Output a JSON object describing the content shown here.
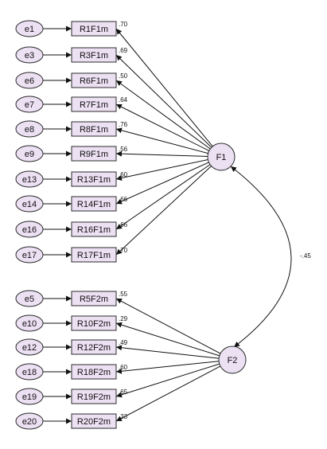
{
  "factors": [
    {
      "id": "F1",
      "label": "F1"
    },
    {
      "id": "F2",
      "label": "F2"
    }
  ],
  "correlation": {
    "label": "-.45"
  },
  "indicators": [
    {
      "error": "e1",
      "item": "R1F1m",
      "loading": ".70",
      "factor": "F1"
    },
    {
      "error": "e3",
      "item": "R3F1m",
      "loading": ".69",
      "factor": "F1"
    },
    {
      "error": "e6",
      "item": "R6F1m",
      "loading": ".50",
      "factor": "F1"
    },
    {
      "error": "e7",
      "item": "R7F1m",
      "loading": ".64",
      "factor": "F1"
    },
    {
      "error": "e8",
      "item": "R8F1m",
      "loading": ".76",
      "factor": "F1"
    },
    {
      "error": "e9",
      "item": "R9F1m",
      "loading": ".56",
      "factor": "F1"
    },
    {
      "error": "e13",
      "item": "R13F1m",
      "loading": ".60",
      "factor": "F1"
    },
    {
      "error": "e14",
      "item": "R14F1m",
      "loading": ".66",
      "factor": "F1"
    },
    {
      "error": "e16",
      "item": "R16F1m",
      "loading": ".66",
      "factor": "F1"
    },
    {
      "error": "e17",
      "item": "R17F1m",
      "loading": ".70",
      "factor": "F1"
    },
    {
      "error": "e5",
      "item": "R5F2m",
      "loading": ".55",
      "factor": "F2"
    },
    {
      "error": "e10",
      "item": "R10F2m",
      "loading": ".29",
      "factor": "F2"
    },
    {
      "error": "e12",
      "item": "R12F2m",
      "loading": ".49",
      "factor": "F2"
    },
    {
      "error": "e18",
      "item": "R18F2m",
      "loading": ".60",
      "factor": "F2"
    },
    {
      "error": "e19",
      "item": "R19F2m",
      "loading": ".65",
      "factor": "F2"
    },
    {
      "error": "e20",
      "item": "R20F2m",
      "loading": ".33",
      "factor": "F2"
    }
  ]
}
